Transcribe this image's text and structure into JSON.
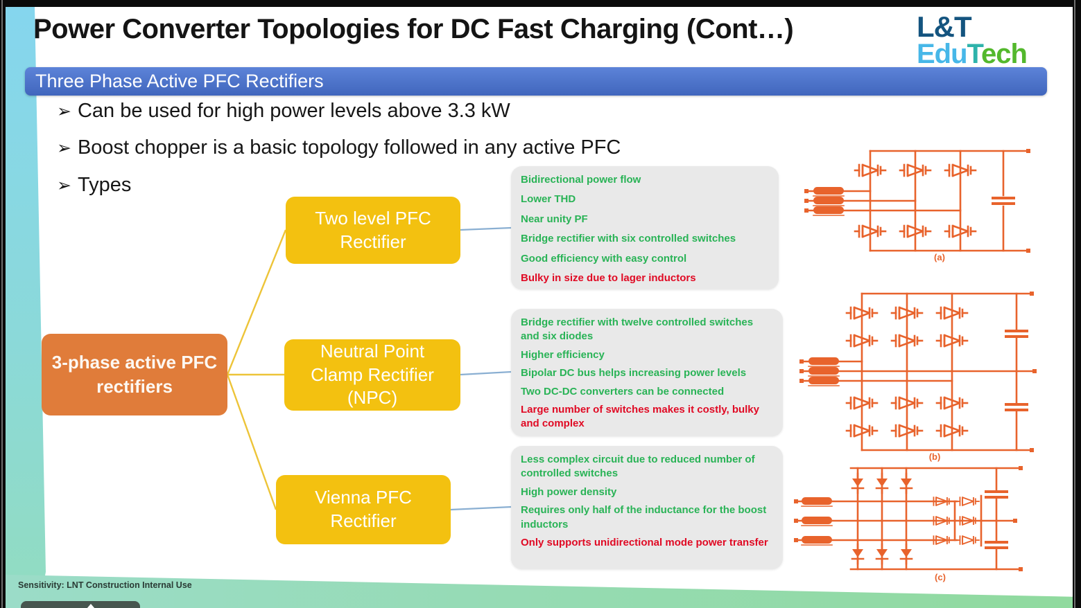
{
  "header": {
    "title": "Power Converter Topologies for DC Fast Charging (Cont…)",
    "logo": {
      "l_and_t": "L&T",
      "edu": "Edu",
      "t": "T",
      "ech": "ech"
    }
  },
  "banner": {
    "label": "Three Phase Active PFC Rectifiers"
  },
  "bullets": {
    "marker": "➢",
    "items": [
      {
        "text": "Can be used for high power levels above 3.3 kW"
      },
      {
        "text": "Boost chopper is a basic topology followed in any active PFC"
      },
      {
        "text": "Types"
      }
    ]
  },
  "diagram": {
    "root_label": "3-phase active PFC rectifiers",
    "branches": [
      {
        "label": "Two level PFC Rectifier",
        "figure_label": "(a)",
        "points": [
          {
            "type": "pro",
            "text": "Bidirectional power flow"
          },
          {
            "type": "pro",
            "text": "Lower THD"
          },
          {
            "type": "pro",
            "text": "Near unity PF"
          },
          {
            "type": "pro",
            "text": "Bridge rectifier with six controlled switches"
          },
          {
            "type": "pro",
            "text": "Good efficiency with easy control"
          },
          {
            "type": "con",
            "text": "Bulky in size due to lager inductors"
          }
        ]
      },
      {
        "label": "Neutral Point Clamp Rectifier (NPC)",
        "figure_label": "(b)",
        "points": [
          {
            "type": "pro",
            "text": "Bridge rectifier with twelve controlled switches and six diodes"
          },
          {
            "type": "pro",
            "text": "Higher efficiency"
          },
          {
            "type": "pro",
            "text": "Bipolar DC bus helps increasing power levels"
          },
          {
            "type": "pro",
            "text": "Two DC-DC converters can be connected"
          },
          {
            "type": "con",
            "text": "Large number of switches makes it costly, bulky and complex"
          }
        ]
      },
      {
        "label": "Vienna PFC Rectifier",
        "figure_label": "(c)",
        "points": [
          {
            "type": "pro",
            "text": "Less complex circuit due to reduced number of controlled switches"
          },
          {
            "type": "pro",
            "text": "High power density"
          },
          {
            "type": "pro",
            "text": "Requires only half of the inductance for the boost inductors"
          },
          {
            "type": "con",
            "text": "Only supports unidirectional mode power transfer"
          }
        ]
      }
    ]
  },
  "footer": {
    "sensitivity": "Sensitivity: LNT Construction Internal Use"
  },
  "colors": {
    "banner_blue": "#4a73c5",
    "root_box_orange": "#e07c3a",
    "branch_box_yellow": "#f3c110",
    "pro_green": "#29b356",
    "con_red": "#e00a24",
    "circuit_orange": "#e8632c",
    "logo_blue": "#14547f",
    "logo_edu_lightblue": "#47b7e8",
    "logo_t_teal": "#2eb3ab",
    "logo_ech_green": "#53b82c"
  }
}
